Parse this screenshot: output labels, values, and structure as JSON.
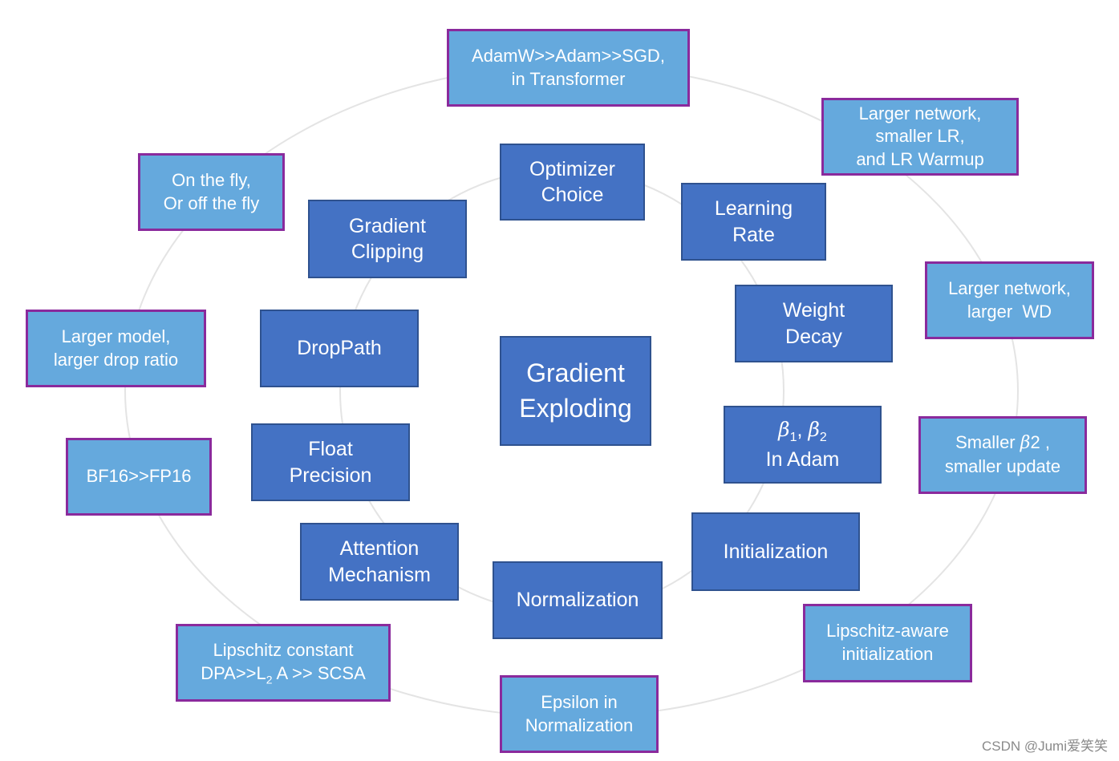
{
  "center": {
    "lines": [
      "Gradient",
      "Exploding"
    ]
  },
  "inner_nodes": {
    "optimizer": {
      "lines": [
        "Optimizer",
        "Choice"
      ]
    },
    "learning_rate": {
      "lines": [
        "Learning",
        "Rate"
      ]
    },
    "weight_decay": {
      "lines": [
        "Weight",
        "Decay"
      ]
    },
    "betas": {
      "beta1": "β",
      "sub1": "1",
      "sep": ", ",
      "beta2": "β",
      "sub2": "2",
      "line2": "In Adam"
    },
    "initialization": {
      "lines": [
        "Initialization"
      ]
    },
    "normalization": {
      "lines": [
        "Normalization"
      ]
    },
    "attention": {
      "lines": [
        "Attention",
        "Mechanism"
      ]
    },
    "float_precision": {
      "lines": [
        "Float",
        "Precision"
      ]
    },
    "droppath": {
      "lines": [
        "DropPath"
      ]
    },
    "gradient_clipping": {
      "lines": [
        "Gradient",
        "Clipping"
      ]
    }
  },
  "outer_notes": {
    "optimizer": {
      "lines": [
        "AdamW>>Adam>>SGD,",
        "in Transformer"
      ]
    },
    "learning_rate": {
      "lines": [
        "Larger network,",
        "smaller LR,",
        "and LR Warmup"
      ]
    },
    "weight_decay": {
      "lines": [
        "Larger network,",
        "larger  WD"
      ]
    },
    "betas": {
      "prefix": "Smaller ",
      "beta": "β",
      "suffix": "2 ,",
      "line2": "smaller update"
    },
    "initialization": {
      "lines": [
        "Lipschitz-aware",
        "initialization"
      ]
    },
    "normalization": {
      "lines": [
        "Epsilon in",
        "Normalization"
      ]
    },
    "attention": {
      "line1": "Lipschitz constant",
      "pre": "DPA>>L",
      "sub": "2",
      "post": " A >> SCSA"
    },
    "float_precision": {
      "lines": [
        "BF16>>FP16"
      ]
    },
    "droppath": {
      "lines": [
        "Larger model,",
        "larger drop ratio"
      ]
    },
    "gradient_clipping": {
      "lines": [
        "On the fly,",
        "Or off the fly"
      ]
    }
  },
  "watermark": "CSDN @Jumi爱笑笑",
  "colors": {
    "inner_fill": "#4472c4",
    "inner_border": "#2f528f",
    "outer_fill": "#65a9dd",
    "outer_border": "#8a2a9c",
    "ring": "#e4e4e4"
  }
}
